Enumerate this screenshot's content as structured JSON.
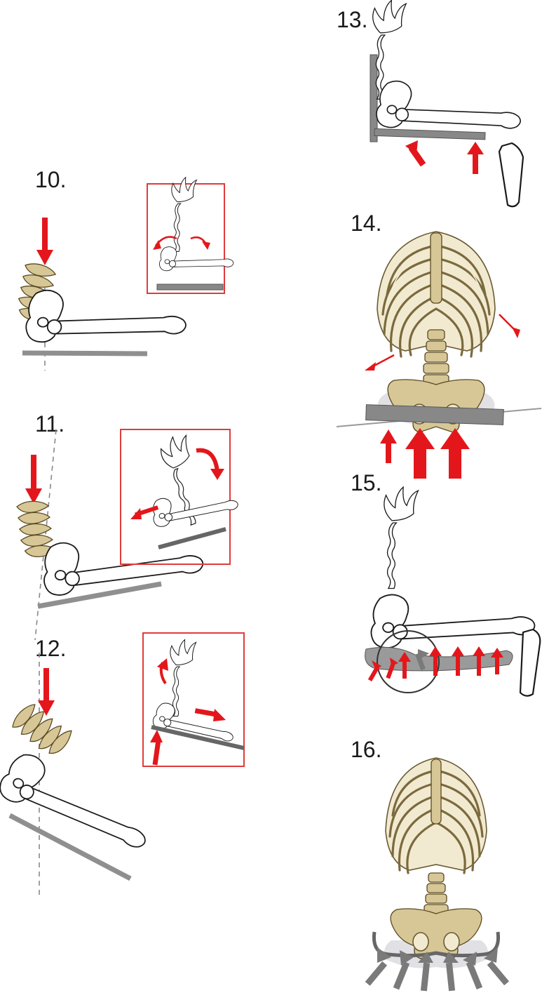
{
  "figures": [
    {
      "label": "10."
    },
    {
      "label": "11."
    },
    {
      "label": "12."
    },
    {
      "label": "13."
    },
    {
      "label": "14."
    },
    {
      "label": "15."
    },
    {
      "label": "16."
    }
  ],
  "colors": {
    "force_arrow": "#e3171b",
    "inset_border": "#e03b3b",
    "seat": "#888888",
    "support_arrow": "#7a7a7a",
    "bone_tint": "#d7c796"
  }
}
